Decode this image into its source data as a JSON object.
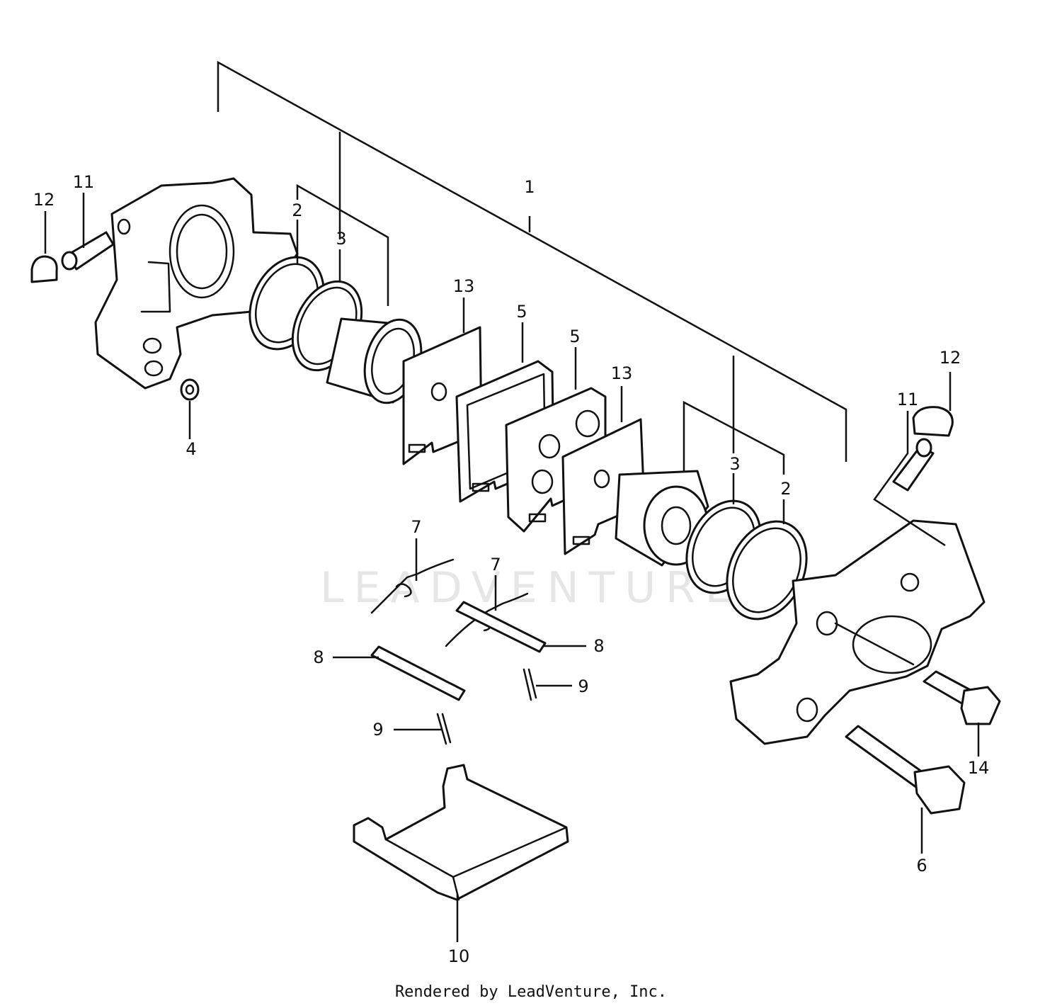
{
  "watermark": "LEADVENTURE",
  "footer": "Rendered by LeadVenture, Inc.",
  "callouts": {
    "c1": "1",
    "c2_left": "2",
    "c2_right": "2",
    "c3_left": "3",
    "c3_right": "3",
    "c4": "4",
    "c5_left": "5",
    "c5_right": "5",
    "c6": "6",
    "c7_left": "7",
    "c7_right": "7",
    "c8_left": "8",
    "c8_right": "8",
    "c9_left": "9",
    "c9_right": "9",
    "c10": "10",
    "c11_left": "11",
    "c11_right": "11",
    "c12_left": "12",
    "c12_right": "12",
    "c13_left": "13",
    "c13_right": "13",
    "c14": "14"
  }
}
